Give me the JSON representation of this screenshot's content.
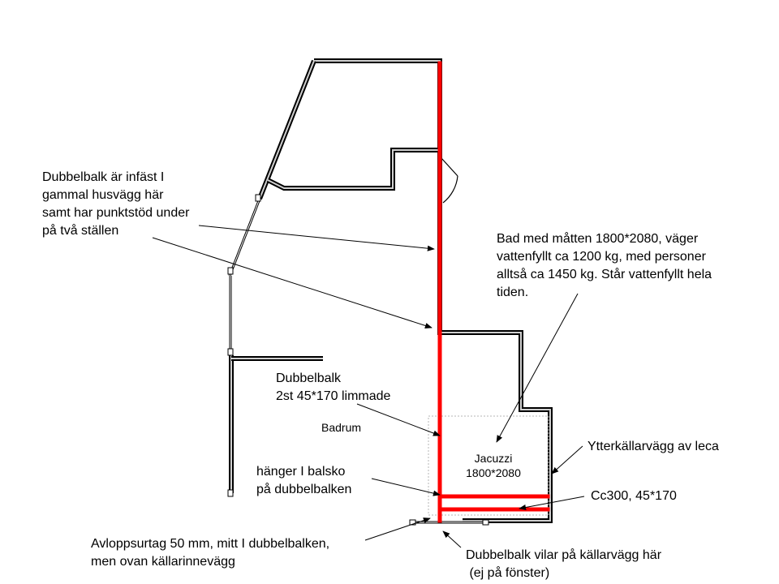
{
  "rooms": {
    "bathroom": "Badrum",
    "jacuzzi_name": "Jacuzzi",
    "jacuzzi_size": "1800*2080"
  },
  "annotations": {
    "wall_beam": [
      "Dubbelbalk är infäst I",
      "gammal husvägg här",
      "samt har punktstöd under",
      "på två ställen"
    ],
    "bath": [
      "Bad med måtten 1800*2080, väger",
      "vattenfyllt ca 1200 kg, med personer",
      "alltså ca 1450 kg. Står vattenfyllt hela",
      "tiden."
    ],
    "double_beam": [
      "Dubbelbalk",
      "2st 45*170 limmade"
    ],
    "outer_wall": [
      "Ytterkällarvägg av leca"
    ],
    "hanger": [
      "hänger I balsko",
      "på dubbelbalken"
    ],
    "joists": [
      "Cc300, 45*170"
    ],
    "drain": [
      "Avloppsurtag 50 mm, mitt I dubbelbalken,",
      "men ovan källarinnevägg"
    ],
    "support": [
      "Dubbelbalk vilar på källarvägg här",
      " (ej på fönster)"
    ]
  },
  "colors": {
    "beam": "#ff0000",
    "wall": "#000000",
    "jacuzzi_outline": "#b4b4b4"
  }
}
